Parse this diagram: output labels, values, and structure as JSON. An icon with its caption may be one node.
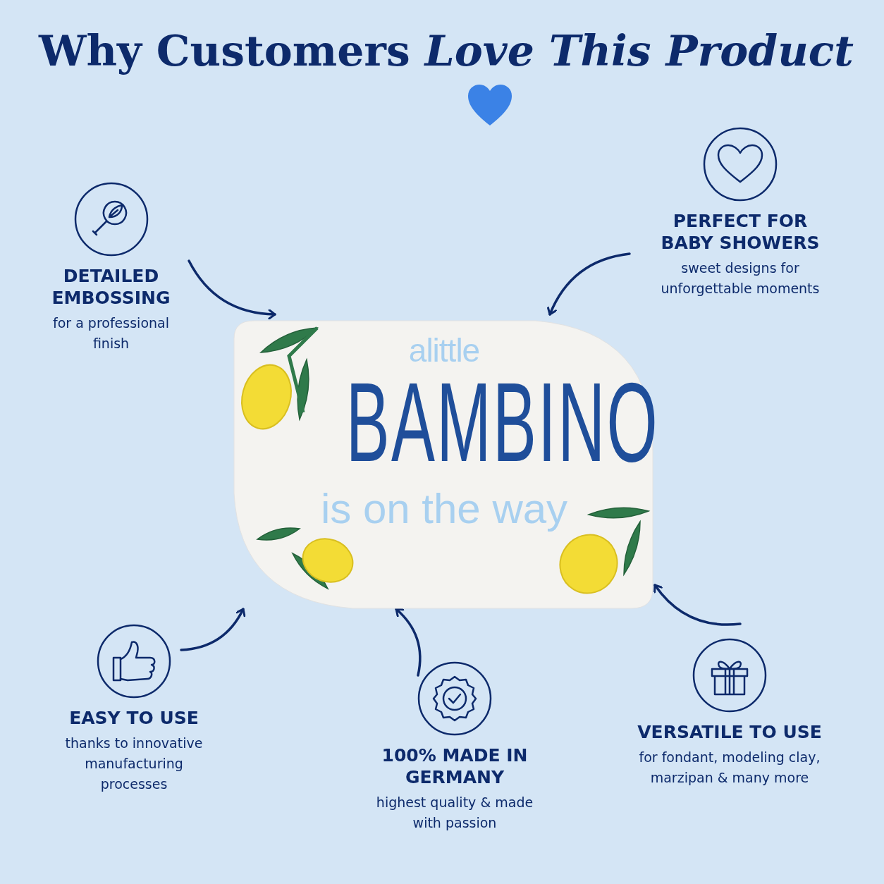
{
  "diagram": {
    "title": "Why Customers *Love This Product*",
    "nodes": [
      {
        "text": [
          "DETAILED EMBOSSING",
          "for a professional finish"
        ]
      },
      {
        "text": [
          "PERFECT FOR BABY SHOWERS",
          "sweet designs for unforgettable moments"
        ]
      },
      {
        "text": [
          "alittle",
          "BAMBINO",
          "is on the way"
        ]
      },
      {
        "text": [
          "EASY TO USE",
          "thanks to innovative manufacturing processes"
        ]
      },
      {
        "text": [
          "100% MADE IN GERMANY",
          "highest quality & made with passion"
        ]
      },
      {
        "text": [
          "VERSATILE TO USE",
          "for fondant, modeling clay, marzipan & many more"
        ]
      }
    ],
    "edges": [
      {
        "from": 0,
        "to": 2,
        "arrow": "to"
      },
      {
        "from": 1,
        "to": 2,
        "arrow": "to"
      },
      {
        "from": 3,
        "to": 2,
        "arrow": "to"
      },
      {
        "from": 4,
        "to": 2,
        "arrow": "to"
      },
      {
        "from": 5,
        "to": 2,
        "arrow": "to"
      }
    ]
  }
}
